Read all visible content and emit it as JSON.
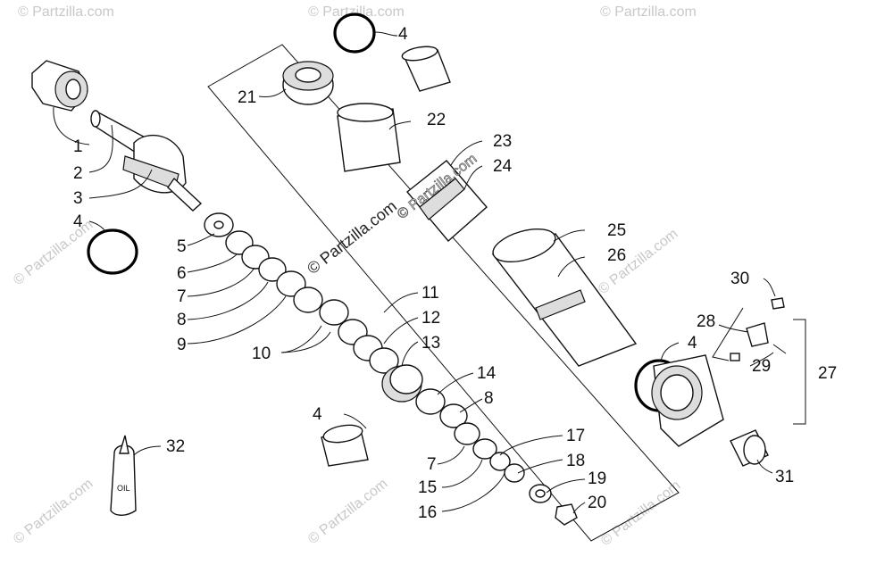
{
  "watermarks": {
    "center": "© Partzilla.com",
    "tile": "© Partzilla.com"
  },
  "bottle_label": "OIL",
  "callouts": [
    {
      "id": "1",
      "label": "1"
    },
    {
      "id": "2",
      "label": "2"
    },
    {
      "id": "3",
      "label": "3"
    },
    {
      "id": "4a",
      "label": "4"
    },
    {
      "id": "4b",
      "label": "4"
    },
    {
      "id": "4c",
      "label": "4"
    },
    {
      "id": "4d",
      "label": "4"
    },
    {
      "id": "5",
      "label": "5"
    },
    {
      "id": "6",
      "label": "6"
    },
    {
      "id": "7a",
      "label": "7"
    },
    {
      "id": "7b",
      "label": "7"
    },
    {
      "id": "8a",
      "label": "8"
    },
    {
      "id": "8b",
      "label": "8"
    },
    {
      "id": "9",
      "label": "9"
    },
    {
      "id": "10",
      "label": "10"
    },
    {
      "id": "11",
      "label": "11"
    },
    {
      "id": "12",
      "label": "12"
    },
    {
      "id": "13",
      "label": "13"
    },
    {
      "id": "14",
      "label": "14"
    },
    {
      "id": "15",
      "label": "15"
    },
    {
      "id": "16",
      "label": "16"
    },
    {
      "id": "17",
      "label": "17"
    },
    {
      "id": "18",
      "label": "18"
    },
    {
      "id": "19",
      "label": "19"
    },
    {
      "id": "20",
      "label": "20"
    },
    {
      "id": "21",
      "label": "21"
    },
    {
      "id": "22",
      "label": "22"
    },
    {
      "id": "23",
      "label": "23"
    },
    {
      "id": "24",
      "label": "24"
    },
    {
      "id": "25",
      "label": "25"
    },
    {
      "id": "26",
      "label": "26"
    },
    {
      "id": "27",
      "label": "27"
    },
    {
      "id": "28",
      "label": "28"
    },
    {
      "id": "29",
      "label": "29"
    },
    {
      "id": "30",
      "label": "30"
    },
    {
      "id": "31",
      "label": "31"
    },
    {
      "id": "32",
      "label": "32"
    }
  ]
}
